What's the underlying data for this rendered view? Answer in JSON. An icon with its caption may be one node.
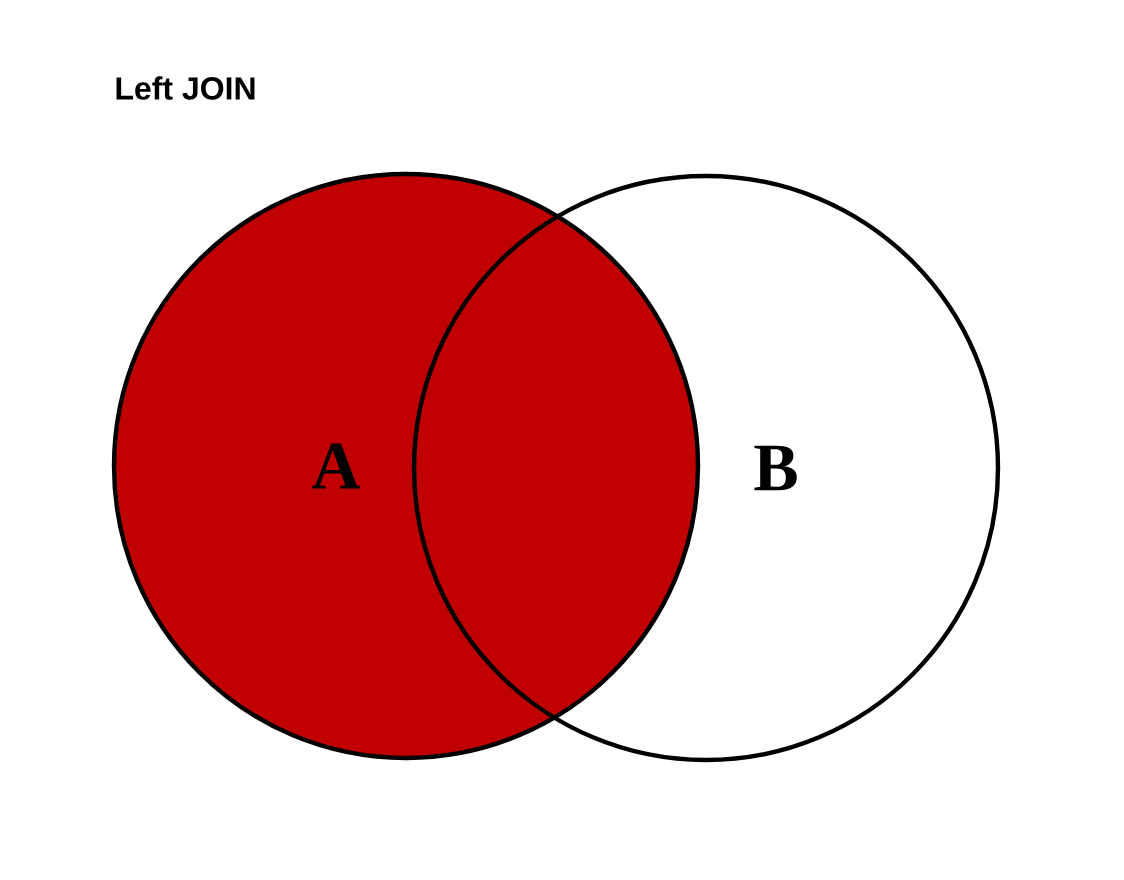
{
  "diagram": {
    "title": "Left JOIN",
    "nodes": [
      {
        "text": [
          "A"
        ]
      },
      {
        "text": [
          "B"
        ]
      }
    ],
    "edges": []
  }
}
